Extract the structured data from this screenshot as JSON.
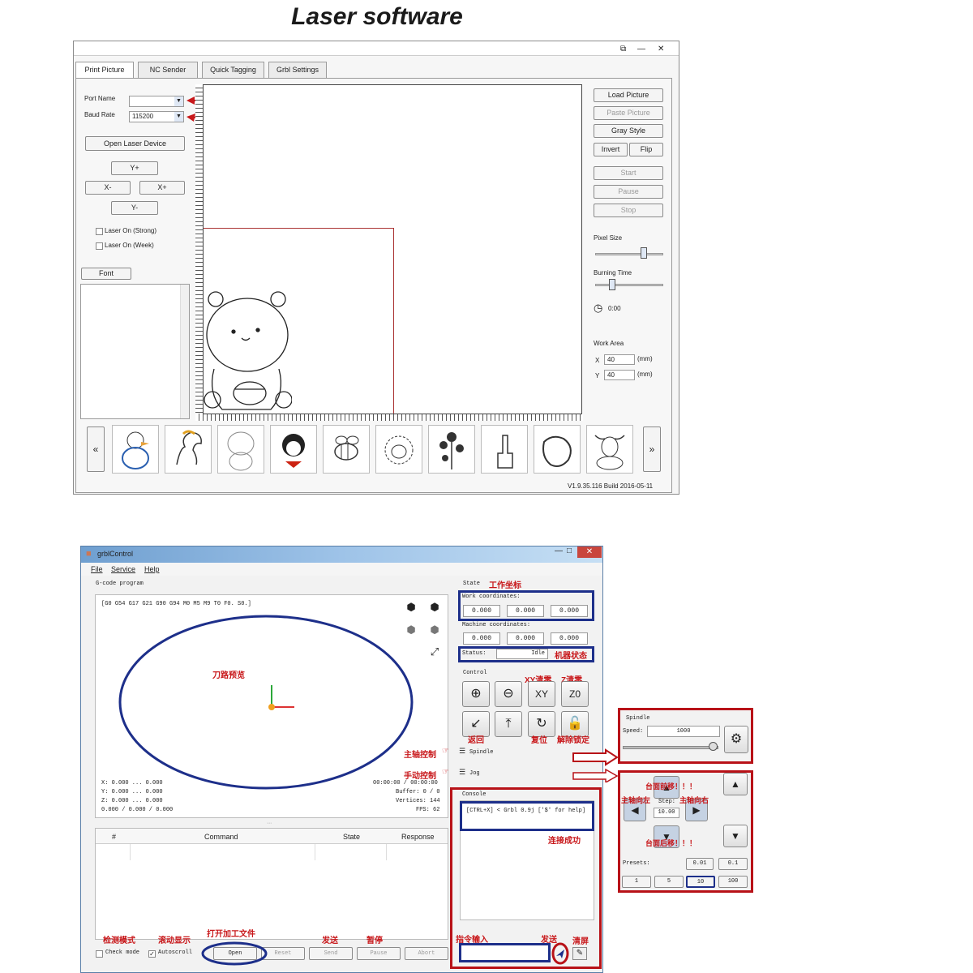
{
  "heading": "Laser software",
  "laser": {
    "window_controls": [
      "⧉",
      "—",
      "✕"
    ],
    "tabs": [
      "Print Picture",
      "NC Sender",
      "Quick Tagging",
      "Grbl Settings"
    ],
    "port_name_label": "Port Name",
    "port_name_value": "",
    "baud_rate_label": "Baud Rate",
    "baud_rate_value": "115200",
    "open_device": "Open Laser Device",
    "jog": {
      "up": "Y+",
      "left": "X-",
      "right": "X+",
      "down": "Y-"
    },
    "laser_strong": "Laser On (Strong)",
    "laser_weak": "Laser On (Week)",
    "font_button": "Font",
    "right_buttons": {
      "load": "Load Picture",
      "paste": "Paste Picture",
      "gray": "Gray Style",
      "invert": "Invert",
      "flip": "Flip",
      "start": "Start",
      "pause": "Pause",
      "stop": "Stop"
    },
    "pixel_size_label": "Pixel Size",
    "burning_time_label": "Burning Time",
    "time_value": "0:00",
    "work_area_label": "Work Area",
    "x_label": "X",
    "x_value": "40",
    "y_label": "Y",
    "y_value": "40",
    "unit": "(mm)",
    "prev": "«",
    "next": "»",
    "thumbnails": [
      "duck-thumbnail",
      "horse-thumbnail",
      "bear-thumbnail",
      "girl-thumbnail",
      "bee-thumbnail",
      "sheep-thumbnail",
      "flower-thumbnail",
      "hand-thumbnail",
      "fist-thumbnail",
      "cow-thumbnail"
    ],
    "version": "V1.9.35.116 Build 2016-05-11"
  },
  "grbl": {
    "title": "grblControl",
    "menu": [
      "File",
      "Service",
      "Help"
    ],
    "gcode_program": "G-code program",
    "gcode_line": "[G0 G54 G17 G21 G90 G94 M0 M5 M9 T0 F0. S0.]",
    "coords_lines": [
      "X: 0.000 ... 0.000",
      "Y: 0.000 ... 0.000",
      "Z: 0.000 ... 0.000",
      "0.000 / 0.000 / 0.000"
    ],
    "time_line": "00:00:00 / 00:00:00",
    "buffer_line": "Buffer: 0 / 0",
    "vertices_line": "Vertices: 144",
    "fps_line": "FPS: 62",
    "table_headers": [
      "#",
      "Command",
      "State",
      "Response"
    ],
    "check_mode": "Check mode",
    "autoscroll": "Autoscroll",
    "bottom_buttons": [
      "Open",
      "Reset",
      "Send",
      "Pause",
      "Abort"
    ],
    "state_label": "State",
    "work_coords_label": "Work coordinates:",
    "work_coords": [
      "0.000",
      "0.000",
      "0.000"
    ],
    "machine_coords_label": "Machine coordinates:",
    "machine_coords": [
      "0.000",
      "0.000",
      "0.000"
    ],
    "status_label": "Status:",
    "status_value": "Idle",
    "control_label": "Control",
    "spindle_label": "Spindle",
    "jog_label": "Jog",
    "console_label": "Console",
    "console_text": "[CTRL+X] < Grbl 0.9j ['$' for help]",
    "spindle_panel": {
      "title": "Spindle",
      "speed_label": "Speed:",
      "speed_value": "1000",
      "slider_fraction": 0.95
    },
    "jog_panel": {
      "step_label": "Step:",
      "step_value": "10.00",
      "presets_label": "Presets:",
      "presets_top": [
        "0.01",
        "0.1"
      ],
      "presets_bottom": [
        "1",
        "5",
        "10",
        "100"
      ]
    },
    "annotations": {
      "work_coord": "工作坐标",
      "machine_state": "机器状态",
      "tool_path_preview": "刀路预览",
      "xy_zero": "XY清零",
      "z_zero": "Z清零",
      "return": "返回",
      "reset": "复位",
      "unlock": "解除锁定",
      "spindle_control": "主轴控制",
      "jog_control": "手动控制",
      "connected": "连接成功",
      "table_forward": "台面前移！！！",
      "spindle_left": "主轴向左",
      "spindle_right": "主轴向右",
      "table_back": "台面后移！！！",
      "check_mode_cn": "检测模式",
      "scroll_cn": "滚动显示",
      "open_file_cn": "打开加工文件",
      "send_cn": "发送",
      "pause_cn": "暂停",
      "command_input": "指令输入",
      "send2_cn": "发送",
      "clear_cn": "清屏"
    }
  }
}
